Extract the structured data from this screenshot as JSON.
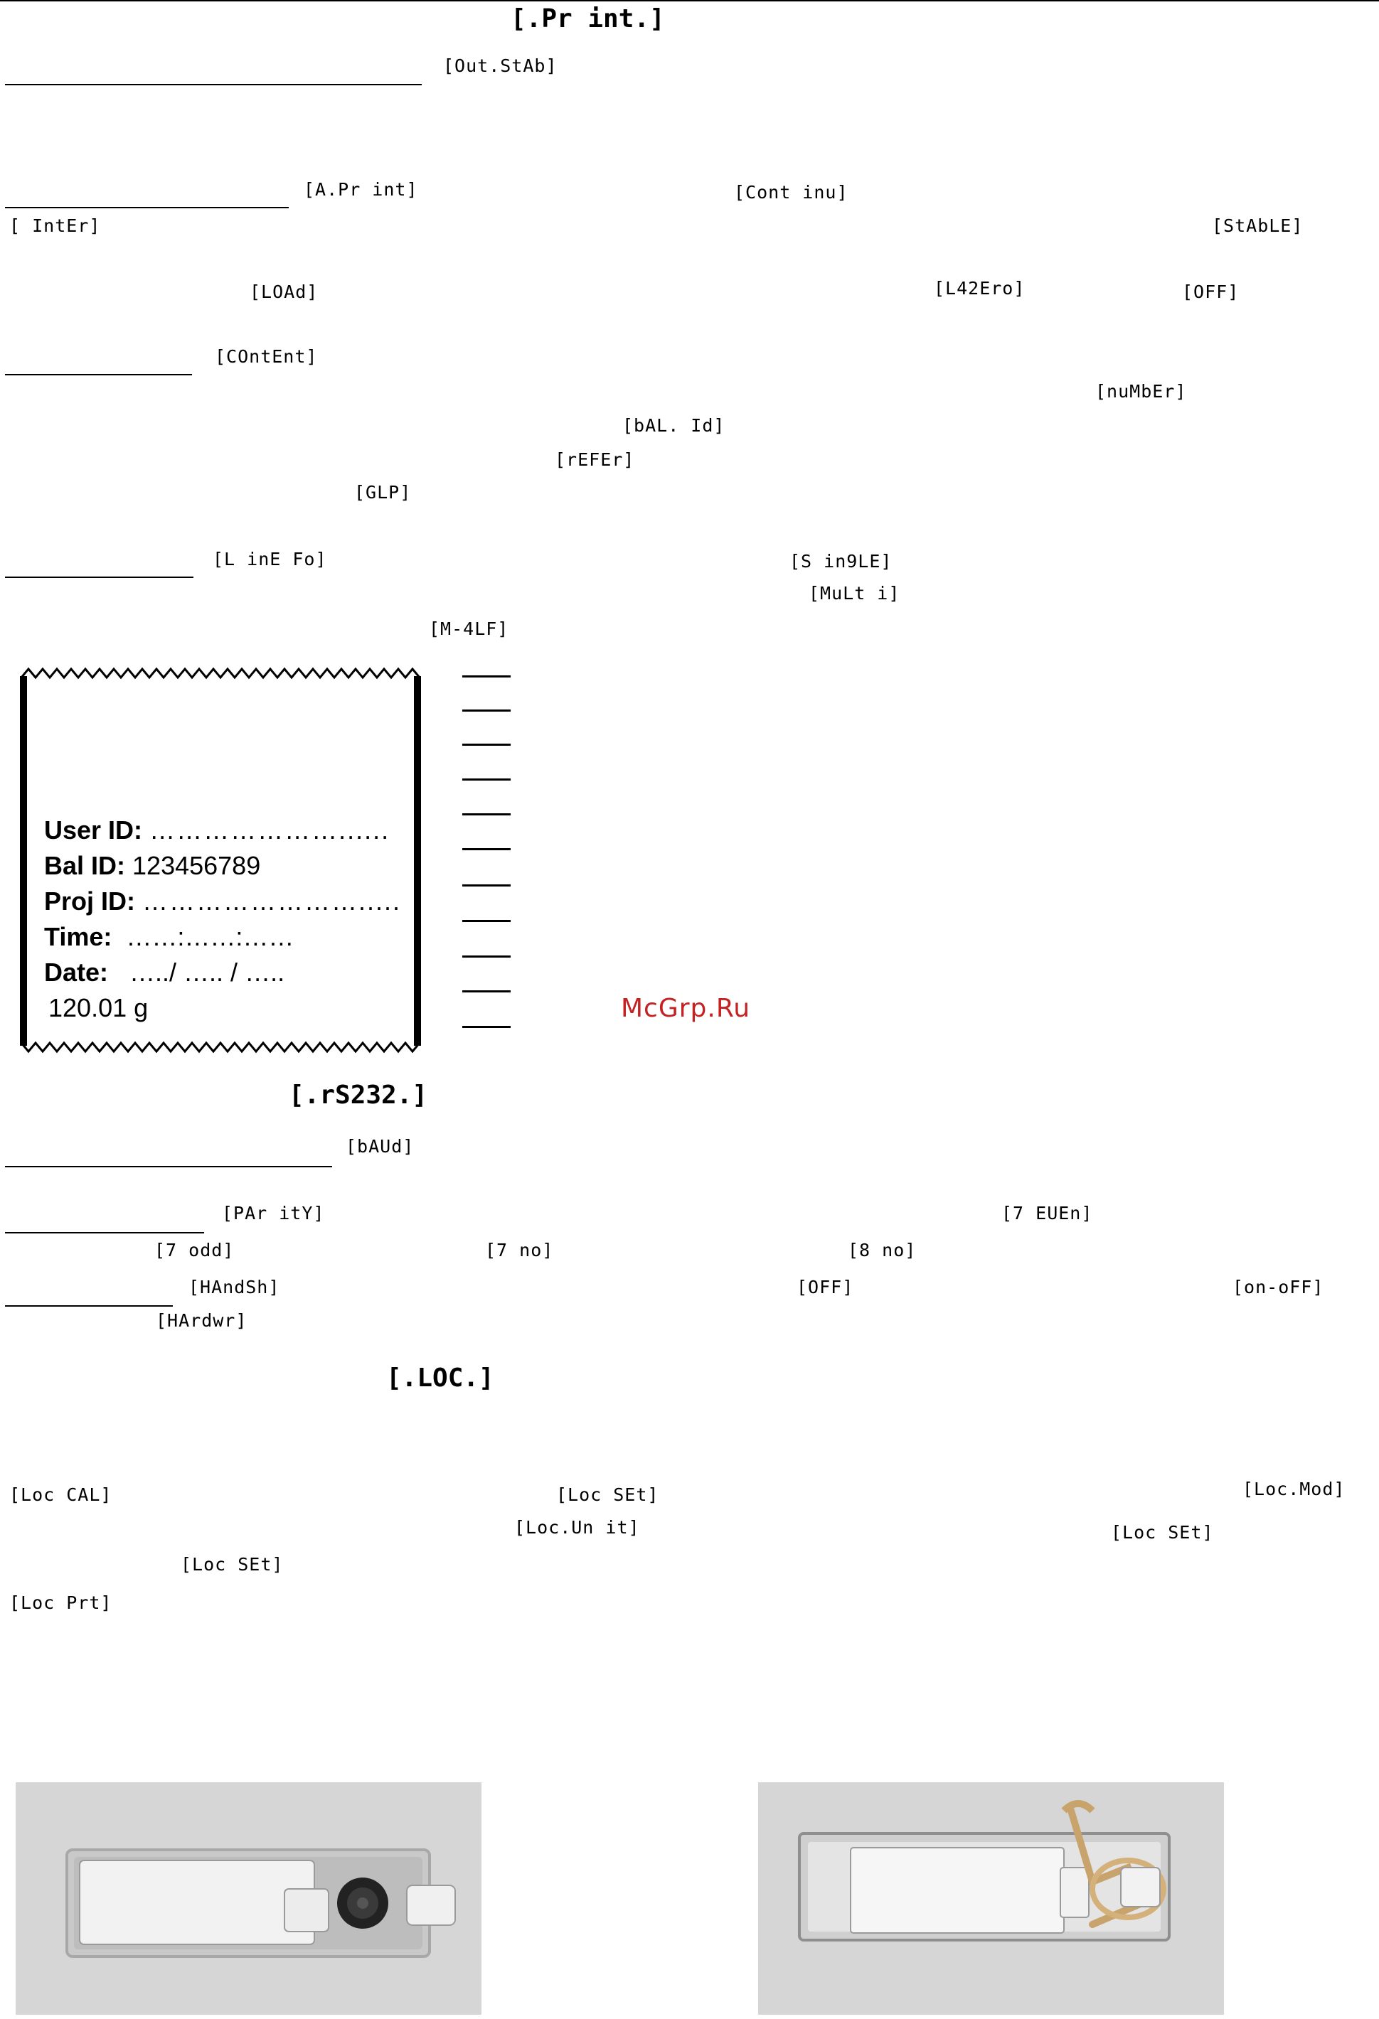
{
  "print_section": {
    "title": "[.Pr int.]",
    "out_stab": "[Out.StAb]",
    "a_print": "[A.Pr int]",
    "continu": "[Cont inu]",
    "inter": "[ IntEr]",
    "stable": "[StAbLE]",
    "load": "[LOAd]",
    "l42ero": "[L42Ero]",
    "off1": "[OFF]",
    "content": "[COntEnt]",
    "number": "[nuMbEr]",
    "bal_id": "[bAL. Id]",
    "refer": "[rEFEr]",
    "glp": "[GLP]",
    "line_fo": "[L inE Fo]",
    "single": "[S in9LE]",
    "multi": "[MuLt i]",
    "m4lf": "[M-4LF]"
  },
  "printout": {
    "user_label": "User ID:",
    "user_value": "…………………......",
    "bal_label": "Bal ID:",
    "bal_value": "123456789",
    "proj_label": "Proj ID:",
    "proj_value": "…………………….....",
    "time_label": "Time:",
    "time_value": "……:……:……",
    "date_label": "Date:",
    "date_value": "…../ ….. / …..",
    "weight": "120.01 g"
  },
  "watermark": "McGrp.Ru",
  "rs232_section": {
    "title": "[.rS232.]",
    "baud": "[bAUd]",
    "parity": "[PAr itY]",
    "seven_even": "[7 EUEn]",
    "seven_odd": "[7 odd]",
    "seven_no": "[7 no]",
    "eight_no": "[8 no]",
    "handsh": "[HAndSh]",
    "off2": "[OFF]",
    "on_off": "[on-oFF]",
    "hardwr": "[HArdwr]"
  },
  "loc_section": {
    "title": "[.LOC.]",
    "loc_cal": "[Loc CAL]",
    "loc_set1": "[Loc SEt]",
    "loc_mod": "[Loc.Mod]",
    "loc_unit": "[Loc.Un it]",
    "loc_set2": "[Loc SEt]",
    "loc_set3": "[Loc SEt]",
    "loc_prt": "[Loc Prt]"
  }
}
